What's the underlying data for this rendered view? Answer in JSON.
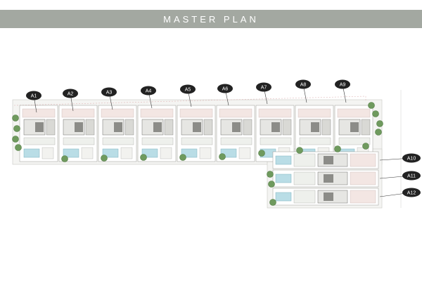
{
  "header": {
    "title": "MASTER PLAN"
  },
  "units": [
    {
      "label": "A1"
    },
    {
      "label": "A2"
    },
    {
      "label": "A3"
    },
    {
      "label": "A4"
    },
    {
      "label": "A5"
    },
    {
      "label": "A6"
    },
    {
      "label": "A7"
    },
    {
      "label": "A8"
    },
    {
      "label": "A9"
    },
    {
      "label": "A10"
    },
    {
      "label": "A11"
    },
    {
      "label": "A12"
    }
  ],
  "colors": {
    "header": "#a3a8a1",
    "pool": "#b9dde6",
    "tree": "#6f9a5e",
    "label": "#222222"
  }
}
